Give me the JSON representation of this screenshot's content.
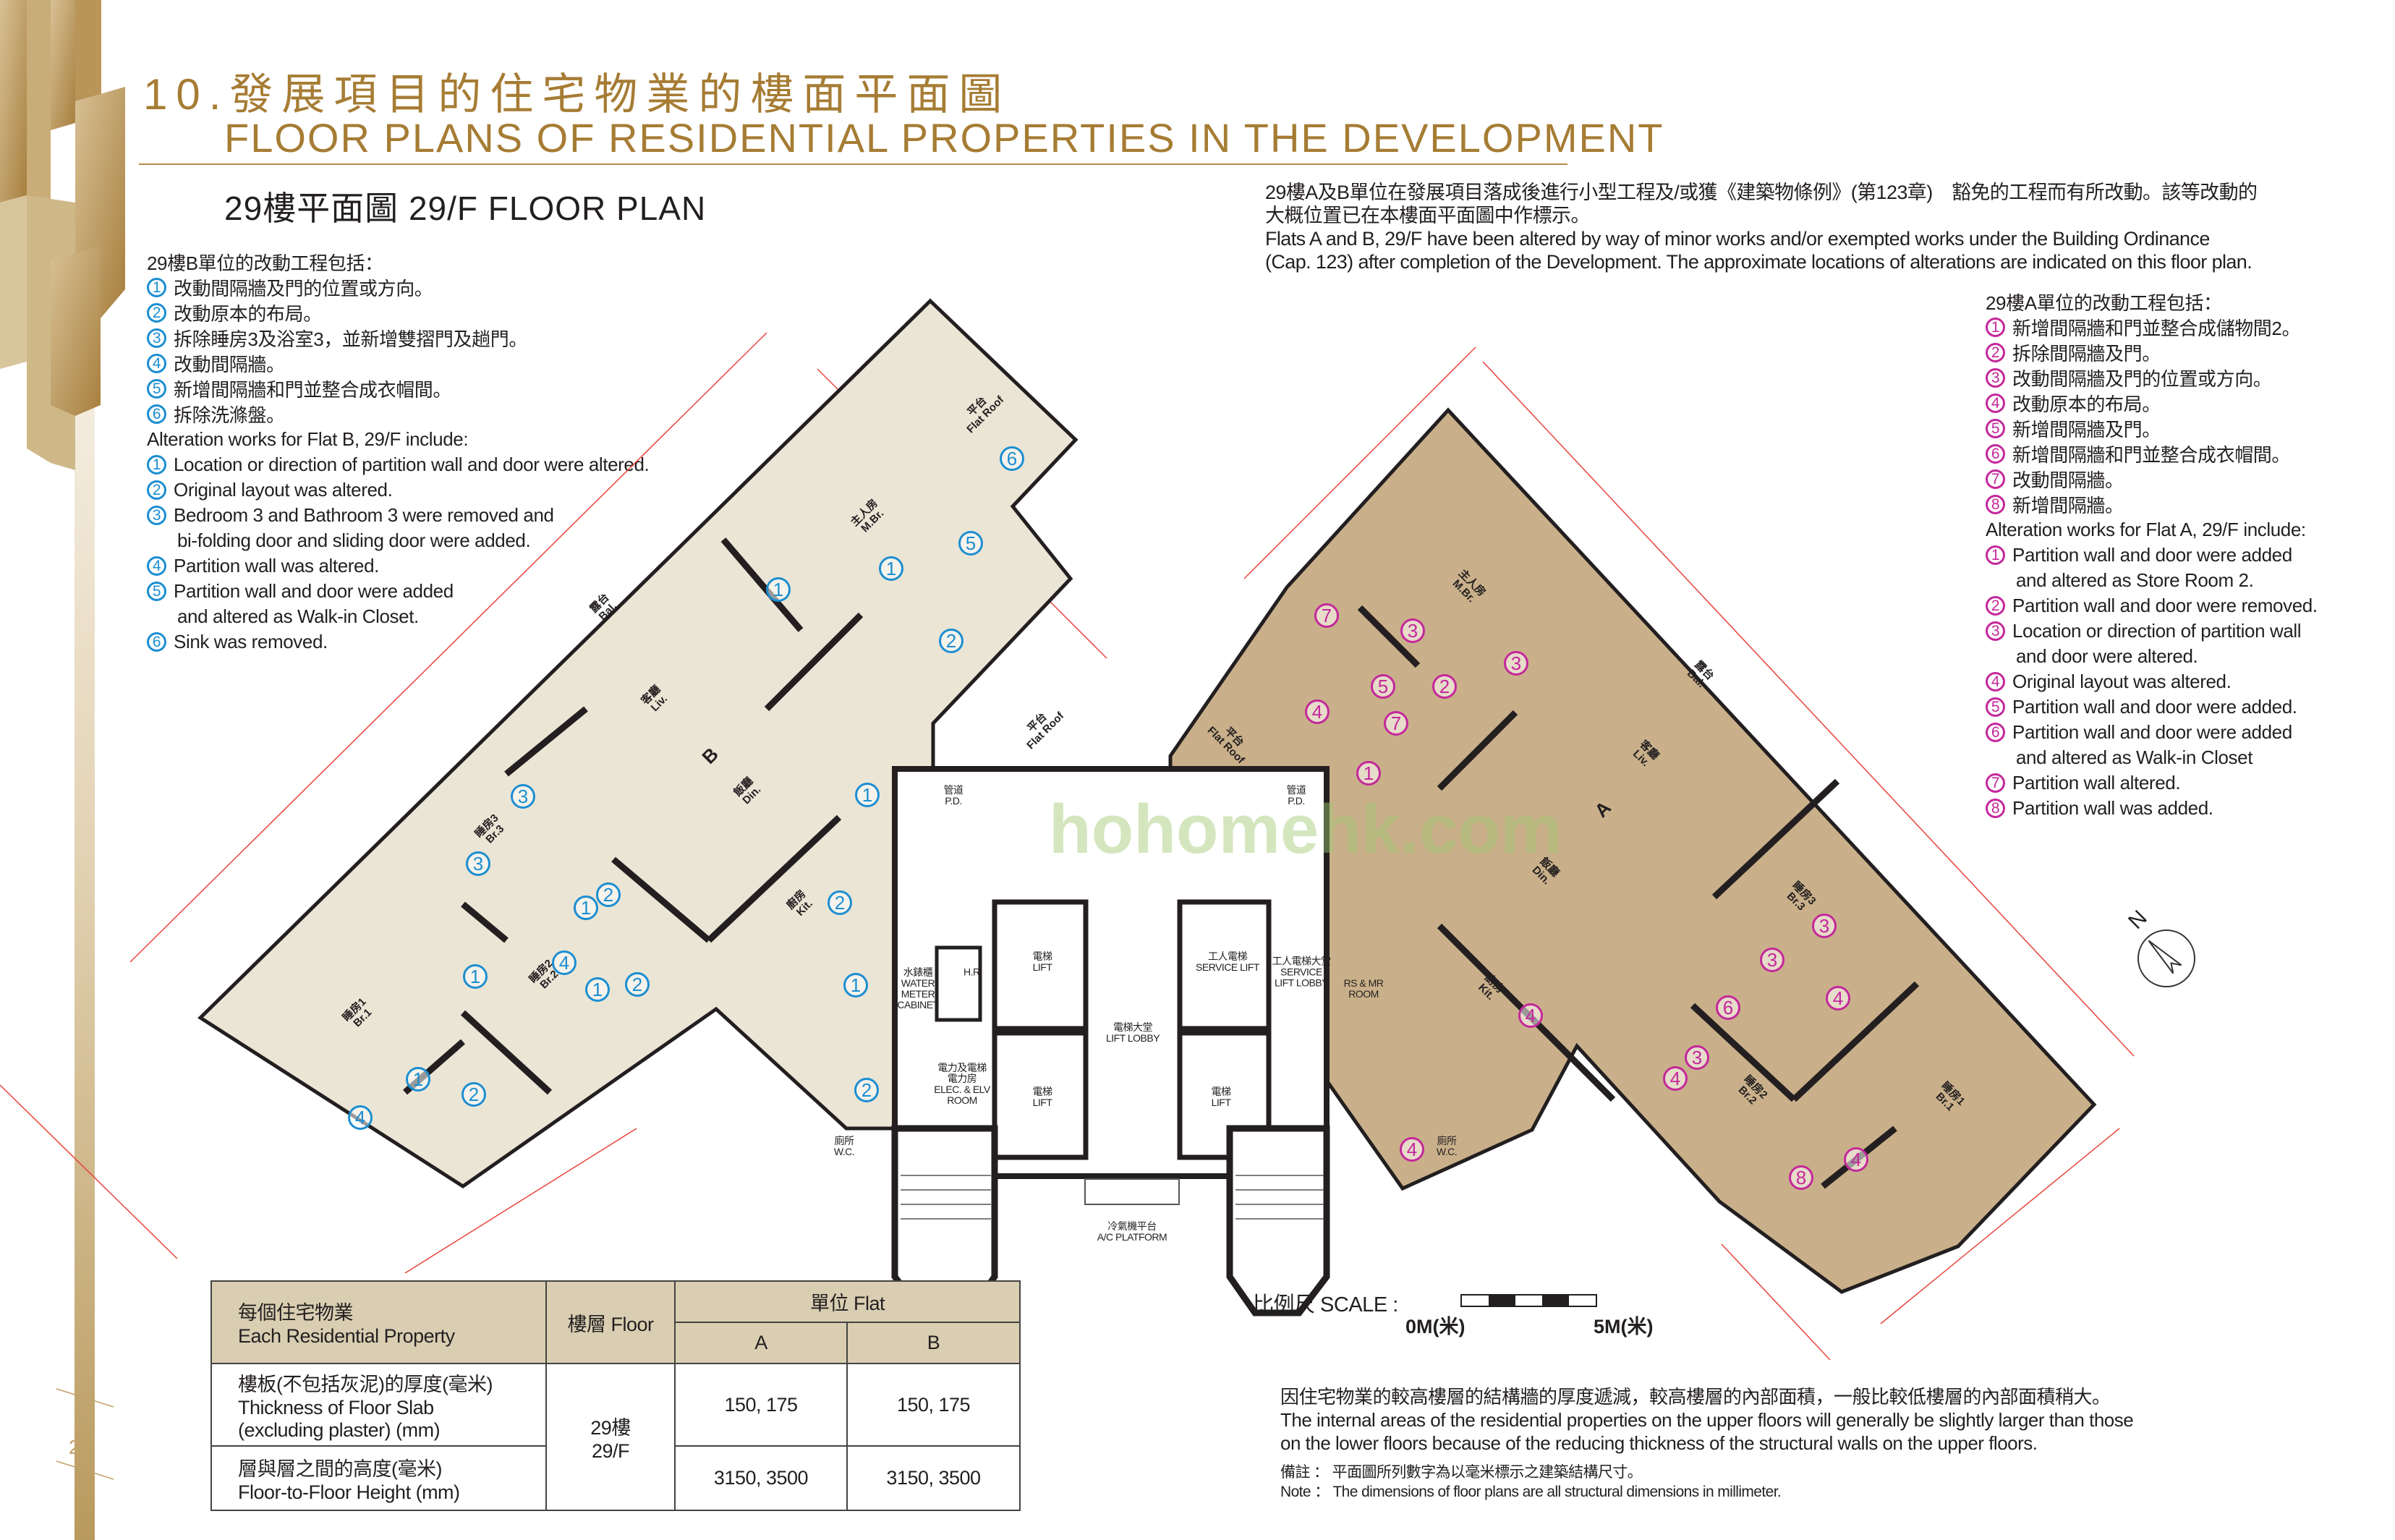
{
  "header": {
    "section_zh": "10.發展項目的住宅物業的樓面平面圖",
    "section_en": "FLOOR PLANS OF RESIDENTIAL PROPERTIES IN THE DEVELOPMENT",
    "plan_title": "29樓平面圖 29/F FLOOR PLAN"
  },
  "alteration_note": {
    "lines": [
      "29樓A及B單位在發展項目落成後進行小型工程及/或獲《建築物條例》(第123章)　豁免的工程而有所改動。該等改動的",
      "大概位置已在本樓面平面圖中作標示。",
      "Flats A and B, 29/F have been altered by way of minor works and/or exempted works under the Building Ordinance",
      "(Cap. 123) after completion of the Development. The approximate locations of alterations are indicated on this floor plan."
    ]
  },
  "flat_b_works": {
    "title_zh": "29樓B單位的改動工程包括：",
    "items_zh": [
      {
        "n": "1",
        "text": "改動間隔牆及門的位置或方向。"
      },
      {
        "n": "2",
        "text": "改動原本的布局。"
      },
      {
        "n": "3",
        "text": "拆除睡房3及浴室3，並新增雙摺門及趟門。"
      },
      {
        "n": "4",
        "text": "改動間隔牆。"
      },
      {
        "n": "5",
        "text": "新增間隔牆和門並整合成衣帽間。"
      },
      {
        "n": "6",
        "text": "拆除洗滌盤。"
      }
    ],
    "title_en": "Alteration works for Flat B, 29/F include:",
    "items_en": [
      {
        "n": "1",
        "lines": [
          "Location or direction of partition wall and door were altered."
        ]
      },
      {
        "n": "2",
        "lines": [
          "Original layout was altered."
        ]
      },
      {
        "n": "3",
        "lines": [
          "Bedroom 3 and Bathroom 3 were removed and",
          "bi-folding  door and sliding door were added."
        ]
      },
      {
        "n": "4",
        "lines": [
          "Partition wall was altered."
        ]
      },
      {
        "n": "5",
        "lines": [
          "Partition wall and door were added",
          "and altered as Walk-in Closet."
        ]
      },
      {
        "n": "6",
        "lines": [
          "Sink was removed."
        ]
      }
    ]
  },
  "flat_a_works": {
    "title_zh": "29樓A單位的改動工程包括：",
    "items_zh": [
      {
        "n": "1",
        "text": "新增間隔牆和門並整合成儲物間2。"
      },
      {
        "n": "2",
        "text": "拆除間隔牆及門。"
      },
      {
        "n": "3",
        "text": "改動間隔牆及門的位置或方向。"
      },
      {
        "n": "4",
        "text": "改動原本的布局。"
      },
      {
        "n": "5",
        "text": "新增間隔牆及門。"
      },
      {
        "n": "6",
        "text": "新增間隔牆和門並整合成衣帽間。"
      },
      {
        "n": "7",
        "text": "改動間隔牆。"
      },
      {
        "n": "8",
        "text": "新增間隔牆。"
      }
    ],
    "title_en": "Alteration works for Flat A, 29/F include:",
    "items_en": [
      {
        "n": "1",
        "lines": [
          "Partition wall and door were added",
          "and altered as Store Room 2."
        ]
      },
      {
        "n": "2",
        "lines": [
          "Partition wall and door were removed."
        ]
      },
      {
        "n": "3",
        "lines": [
          "Location or direction of partition wall",
          "and door were altered."
        ]
      },
      {
        "n": "4",
        "lines": [
          "Original layout was altered."
        ]
      },
      {
        "n": "5",
        "lines": [
          "Partition wall and door were added."
        ]
      },
      {
        "n": "6",
        "lines": [
          "Partition wall and door were added",
          "and altered as Walk-in Closet"
        ]
      },
      {
        "n": "7",
        "lines": [
          "Partition wall altered."
        ]
      },
      {
        "n": "8",
        "lines": [
          "Partition wall was added."
        ]
      }
    ]
  },
  "plan": {
    "flat_labels": [
      "B",
      "A"
    ],
    "rooms_b": [
      "主人房\nM.Br.",
      "客廳\nLiv.",
      "飯廳\nDin.",
      "廚房\nKit.",
      "睡房3\nBr.3",
      "睡房2\nBr.2",
      "睡房1\nBr.1",
      "平台\nFlat Roof",
      "露台\nBal.",
      "平台\nFlat Roof"
    ],
    "rooms_a": [
      "主人房\nM.Br.",
      "客廳\nLiv.",
      "飯廳\nDin.",
      "廚房\nKit.",
      "睡房3\nBr.3",
      "睡房2\nBr.2",
      "睡房1\nBr.1",
      "露台\nBal.",
      "平台\nFlat Roof"
    ],
    "core": [
      "電梯\nLIFT",
      "電梯\nLIFT",
      "工人電梯\nSERVICE LIFT",
      "電梯\nLIFT",
      "電梯大堂\nLIFT LOBBY",
      "冷氣機平台\nA/C PLATFORM",
      "水錶櫃\nWATER\nMETER\nCABINET",
      "H.R.",
      "電力及電梯\n電力房\nELEC. & ELV\nROOM",
      "工人電梯大堂\nSERVICE\nLIFT LOBBY",
      "RS & MR\nROOM",
      "管道\nP.D.",
      "管道\nP.D.",
      "廁所\nW.C.",
      "廁所\nW.C."
    ],
    "markers_b": [
      "6",
      "5",
      "1",
      "1",
      "2",
      "3",
      "1",
      "3",
      "2",
      "1",
      "2",
      "4",
      "1",
      "1",
      "2",
      "1",
      "1",
      "2",
      "2",
      "4"
    ],
    "markers_a": [
      "7",
      "3",
      "3",
      "2",
      "5",
      "4",
      "7",
      "1",
      "3",
      "3",
      "4",
      "6",
      "4",
      "3",
      "4",
      "4",
      "8",
      "4"
    ],
    "watermark": "hohomehk.com",
    "compass": "N"
  },
  "table": {
    "col1_header": [
      "每個住宅物業",
      "Each Residential Property"
    ],
    "col2_header": "樓層 Floor",
    "flat_header": "單位 Flat",
    "flats": [
      "A",
      "B"
    ],
    "floor": [
      "29樓",
      "29/F"
    ],
    "rows": [
      {
        "label": [
          "樓板(不包括灰泥)的厚度(毫米)",
          "Thickness of Floor Slab",
          "(excluding plaster) (mm)"
        ],
        "values": [
          "150, 175",
          "150, 175"
        ]
      },
      {
        "label": [
          "層與層之間的高度(毫米)",
          "Floor-to-Floor Height (mm)"
        ],
        "values": [
          "3150, 3500",
          "3150, 3500"
        ]
      }
    ]
  },
  "scale": {
    "label": "比例尺 SCALE :",
    "start": "0M(米)",
    "end": "5M(米)"
  },
  "footnotes": {
    "lines": [
      "因住宅物業的較高樓層的結構牆的厚度遞減，較高樓層的內部面積，一般比較低樓層的內部面積稍大。",
      "The internal areas of the residential properties on the upper floors will generally be slightly larger than those",
      "on the lower floors because of the reducing thickness of the structural walls on the upper floors."
    ],
    "notes": [
      "備註 ： 平面圖所列數字為以毫米標示之建築結構尺寸。",
      "Note ： The dimensions of floor plans are all structural dimensions in millimeter."
    ]
  },
  "page_number": "23",
  "colors": {
    "gold": "#a67c34",
    "flat_a_fill": "#c9b08a",
    "flat_b_fill": "#ebe5d6",
    "marker_b": "#1c8ed1",
    "marker_a": "#c4289b",
    "table_header": "#d9ceb2"
  }
}
